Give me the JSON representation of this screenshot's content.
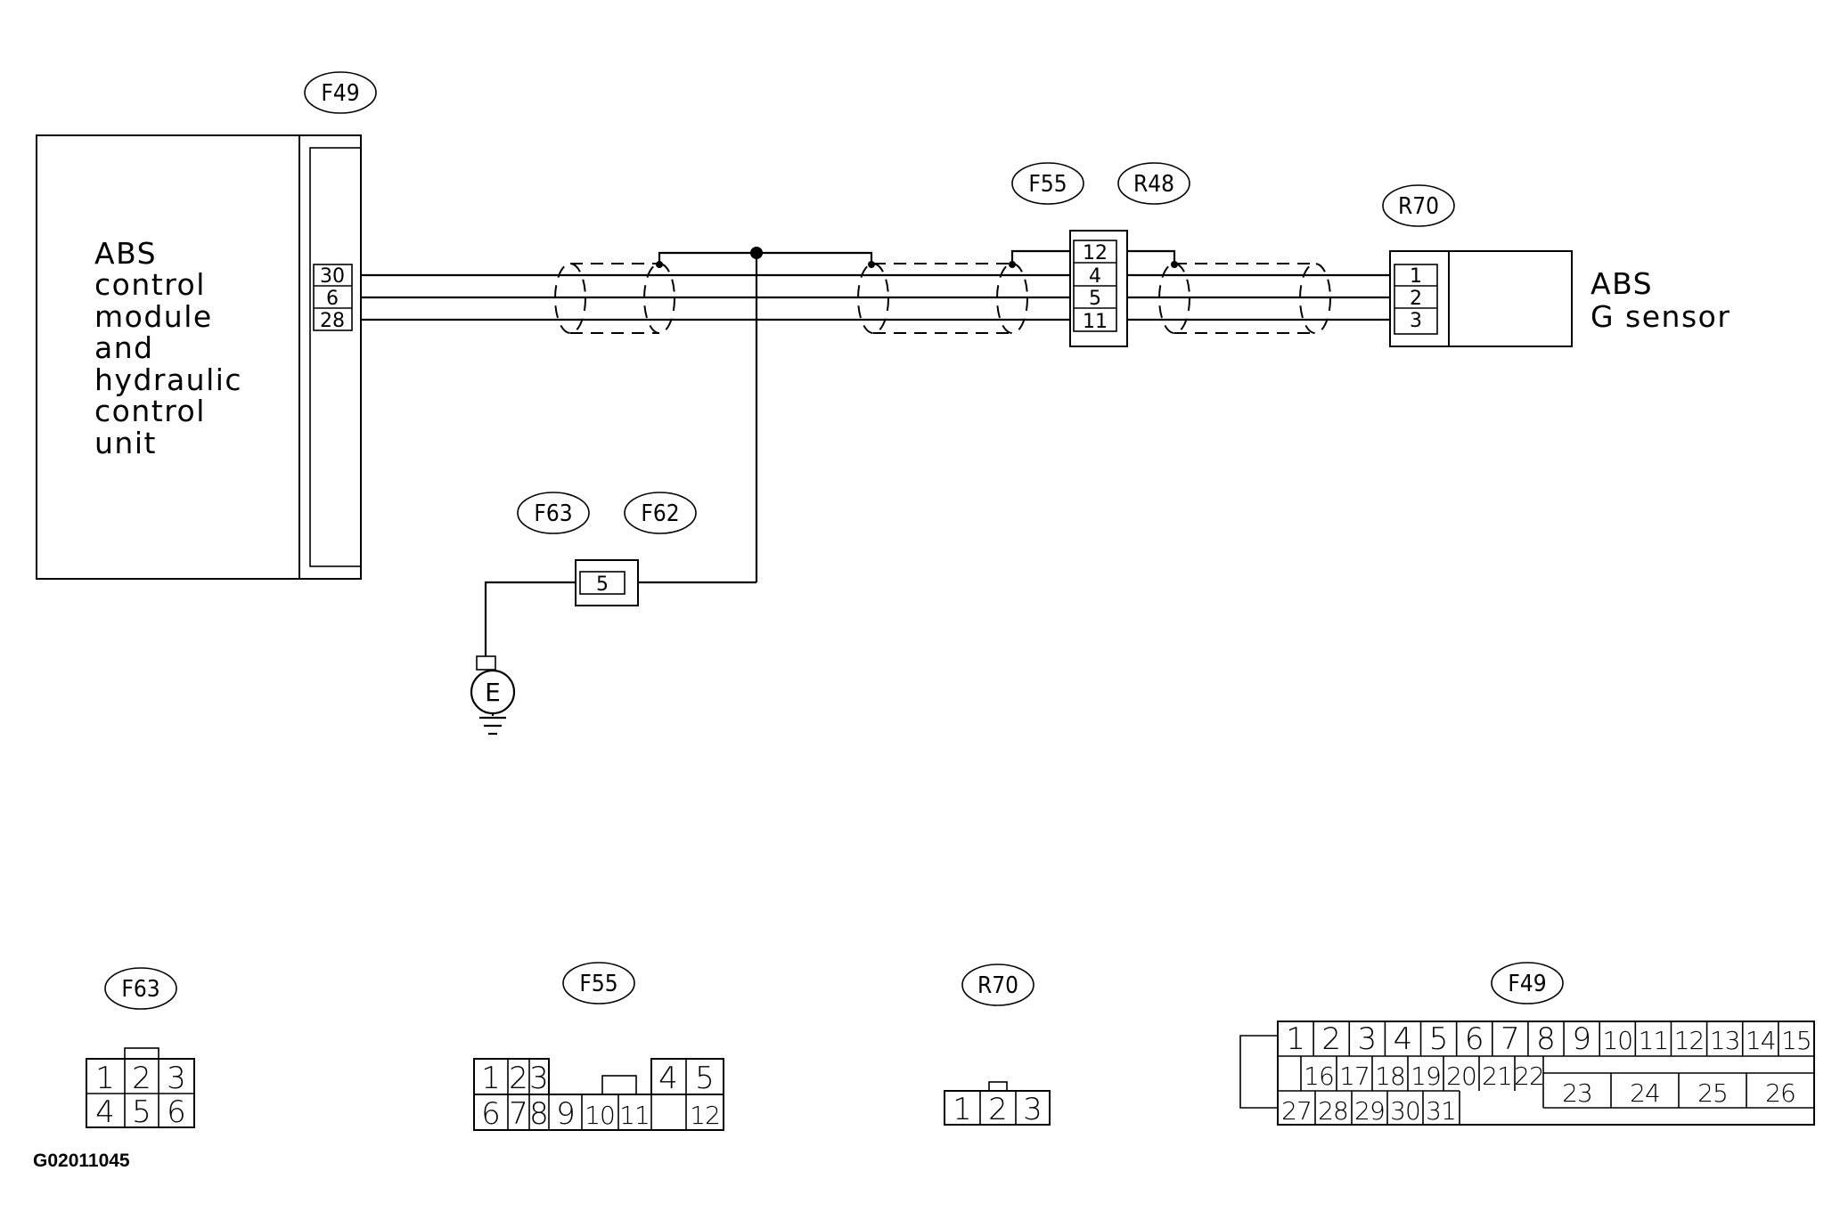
{
  "module_label": [
    "ABS",
    "control",
    "module",
    "and",
    "hydraulic",
    "control",
    "unit"
  ],
  "sensor_label": [
    "ABS",
    "G sensor"
  ],
  "tags": {
    "f49_top": "F49",
    "f55_top": "F55",
    "r48_top": "R48",
    "r70_top": "R70",
    "f63_mid": "F63",
    "f62_mid": "F62",
    "f63_bottom": "F63",
    "f55_bottom": "F55",
    "r70_bottom": "R70",
    "f49_bottom": "F49"
  },
  "module_pins": [
    "30",
    "6",
    "28"
  ],
  "f55_r48_pins": [
    "12",
    "4",
    "5",
    "11"
  ],
  "r70_pins": [
    "1",
    "2",
    "3"
  ],
  "ground_connector_pin": "5",
  "ground_label": "E",
  "f63_grid": [
    "1",
    "2",
    "3",
    "4",
    "5",
    "6"
  ],
  "f55_grid": [
    "1",
    "2",
    "3",
    "4",
    "5",
    "6",
    "7",
    "8",
    "9",
    "10",
    "11",
    "12"
  ],
  "r70_grid": [
    "1",
    "2",
    "3"
  ],
  "f49_row1": [
    "1",
    "2",
    "3",
    "4",
    "5",
    "6",
    "7",
    "8",
    "9",
    "10",
    "11",
    "12",
    "13",
    "14",
    "15"
  ],
  "f49_row2": [
    "16",
    "17",
    "18",
    "19",
    "20",
    "21",
    "22"
  ],
  "f49_row3": [
    "27",
    "28",
    "29",
    "30",
    "31"
  ],
  "f49_big": [
    "23",
    "24",
    "25",
    "26"
  ],
  "figure_code": "G02011045"
}
